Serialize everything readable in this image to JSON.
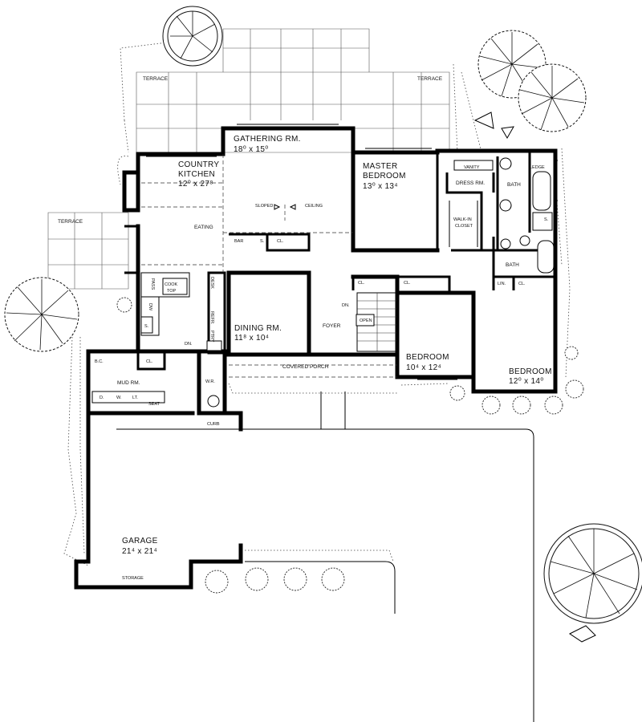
{
  "rooms": {
    "terrace_left_top": "TERRACE",
    "terrace_right_top": "TERRACE",
    "terrace_west": "TERRACE",
    "gathering_name": "GATHERING  RM.",
    "gathering_size": "18⁰  x  15⁰",
    "kitchen_name_1": "COUNTRY",
    "kitchen_name_2": "KITCHEN",
    "kitchen_size": "12⁰  x  27⁸",
    "master_name_1": "MASTER",
    "master_name_2": "BEDROOM",
    "master_size": "13⁰  x  13⁴",
    "dress_rm": "DRESS  RM.",
    "vanity": "VANITY",
    "ledge": "LEDGE",
    "bath_master": "BATH",
    "walk_in_1": "WALK-IN",
    "walk_in_2": "CLOSET",
    "bath_hall": "BATH",
    "lin": "LIN.",
    "eating": "EATING",
    "sloped": "SLOPED",
    "ceiling": "CEILING",
    "bar": "BAR",
    "shelf": "S.",
    "closet_gathering": "CL.",
    "cl_foyer": "CL.",
    "cl_hall": "CL.",
    "cl_bath": "CL.",
    "cl_mud": "CL.",
    "dining_name": "DINING  RM.",
    "dining_size": "11⁸  x  10⁴",
    "foyer": "FOYER",
    "down_foyer": "DN.",
    "open": "OPEN",
    "bedroom_1_name": "BEDROOM",
    "bedroom_1_size": "10⁴  x  12⁴",
    "bedroom_2_name": "BEDROOM",
    "bedroom_2_size": "12⁰  x  14⁰",
    "covered_porch": "COVERED  PORCH",
    "mud_name": "MUD  RM.",
    "bc": "B.C.",
    "wr": "W.R.",
    "down_mud": "DN.",
    "d": "D.",
    "w": "W.",
    "lt": "LT.",
    "seat": "SEAT",
    "pass": "PASS",
    "cooktop_1": "COOK",
    "cooktop_2": "TOP",
    "dw": "DW",
    "sink": "S.",
    "desk": "DESK",
    "pantry": "PTRY",
    "refr": "REFR.",
    "shower": "S.",
    "curb": "CURB",
    "garage_name": "GARAGE",
    "garage_size": "21⁴  x  21⁴",
    "storage": "STORAGE"
  }
}
